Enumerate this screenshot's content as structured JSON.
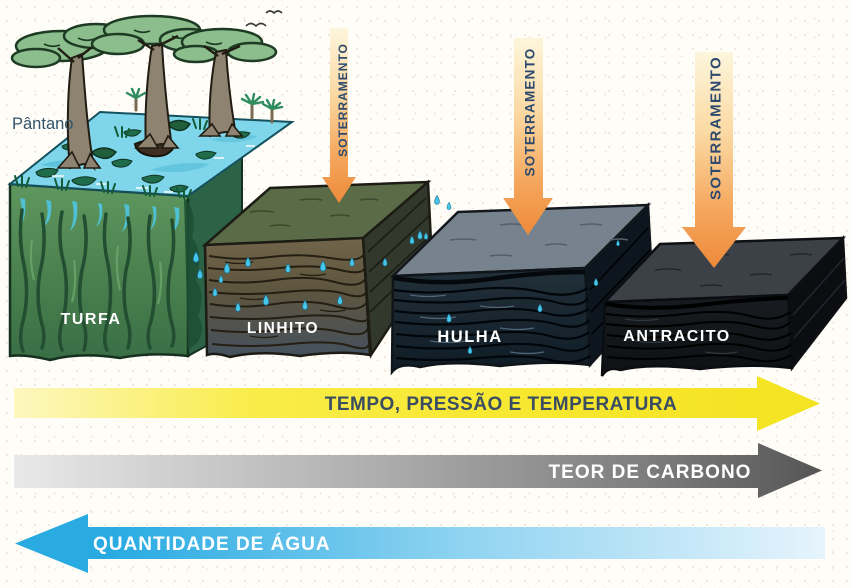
{
  "swamp": {
    "label": "Pântano"
  },
  "stages": [
    {
      "label": "TURFA"
    },
    {
      "label": "LINHITO"
    },
    {
      "label": "HULHA"
    },
    {
      "label": "ANTRACITO"
    }
  ],
  "burial_arrows": [
    {
      "label": "SOTERRAMENTO"
    },
    {
      "label": "SOTERRAMENTO"
    },
    {
      "label": "SOTERRAMENTO"
    }
  ],
  "bottom_arrows": [
    {
      "label": "TEMPO, PRESSÃO E TEMPERATURA",
      "direction": "right",
      "style": "yellow"
    },
    {
      "label": "TEOR DE CARBONO",
      "direction": "right",
      "style": "gray"
    },
    {
      "label": "QUANTIDADE DE ÁGUA",
      "direction": "left",
      "style": "blue"
    }
  ],
  "colors": {
    "stage_label": "#ffffff",
    "swamp_label": "#33536b",
    "burial_text": "#2d4a6e",
    "burial_top": "#fdf6dc",
    "burial_bottom": "#ee8a3a",
    "yellow_start": "#fdf7c0",
    "yellow_end": "#f4e321",
    "yellow_text": "#3b4d61",
    "gray_start": "#e9e9e9",
    "gray_end": "#555555",
    "gray_text": "#ffffff",
    "blue_start": "#29abe2",
    "blue_end": "#e6f4fc",
    "blue_text": "#ffffff",
    "water": "#7fd6ea",
    "droplet": "#45c6e8"
  }
}
